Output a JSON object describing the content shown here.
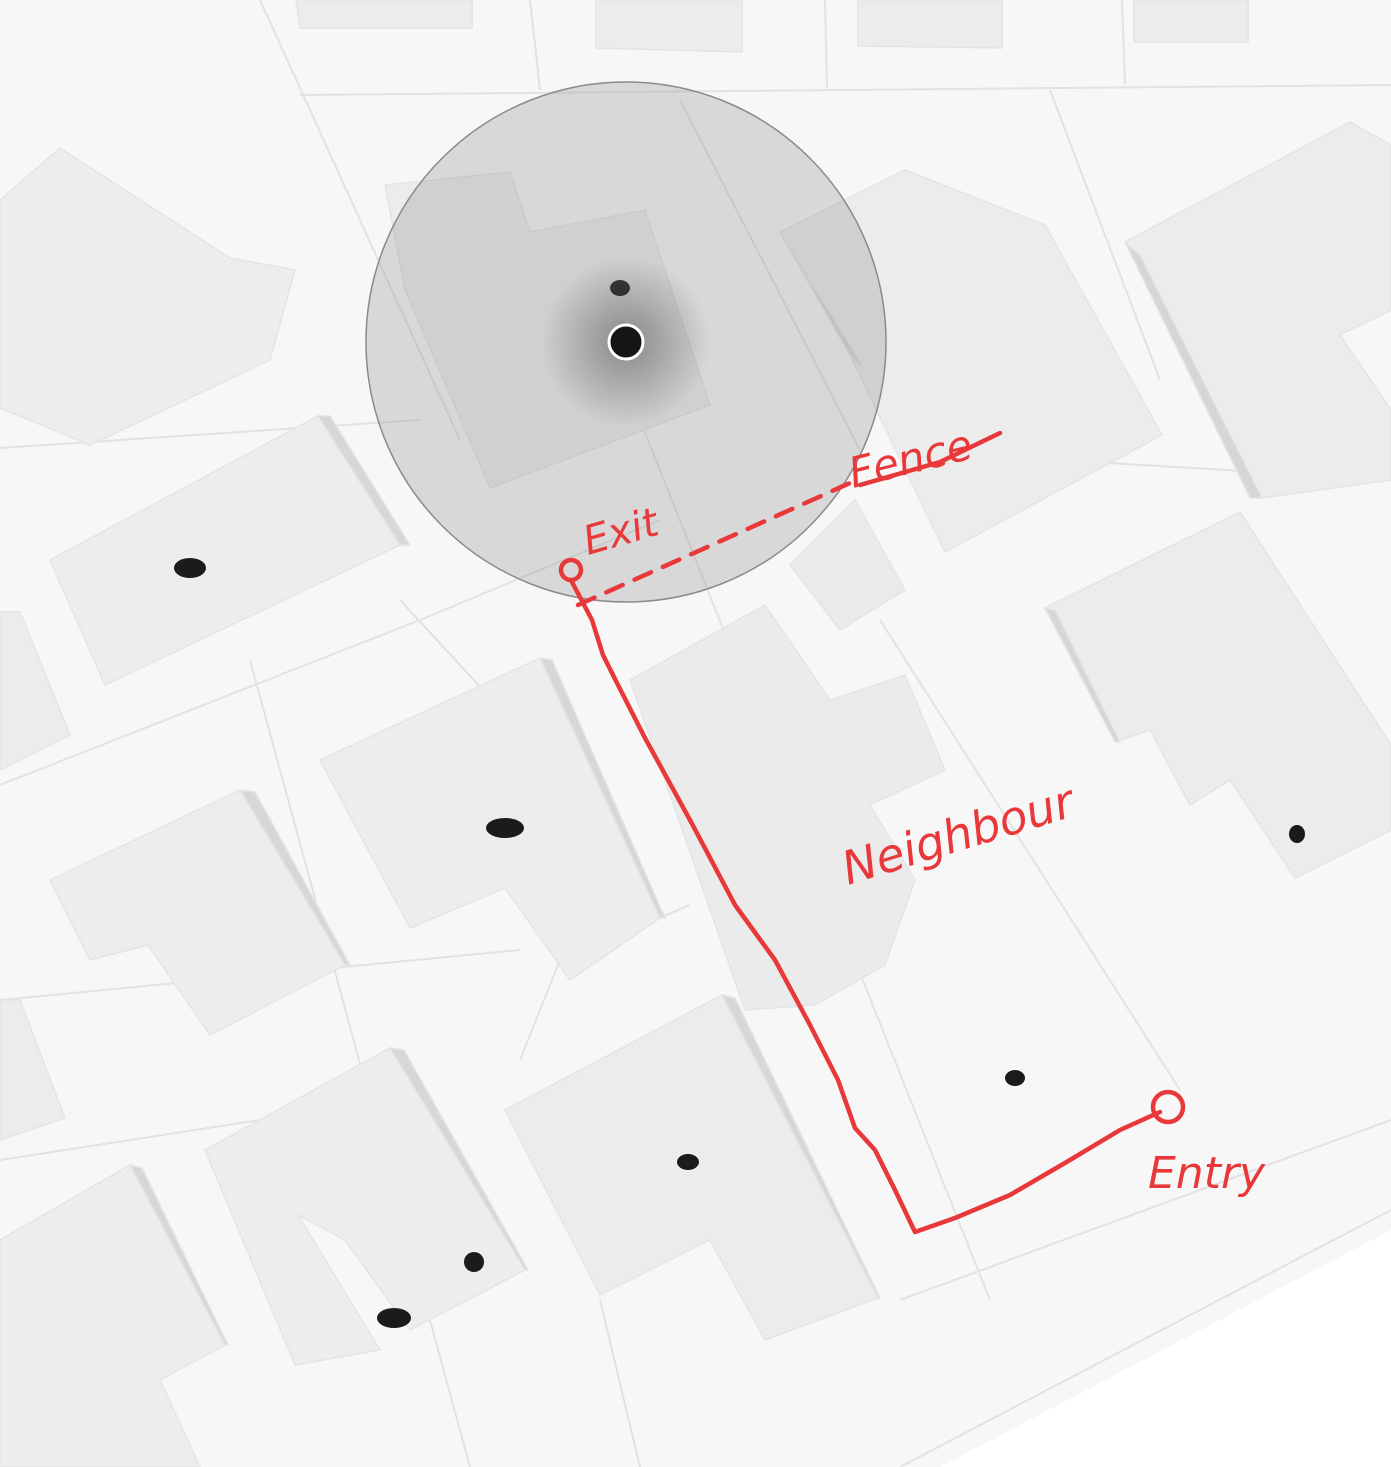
{
  "map": {
    "style": "3d-buildings-light",
    "colors": {
      "background": "#f7f7f8",
      "roof": "#eeeeee",
      "wall": "#d7d7d9",
      "outline": "#e2e2e4",
      "pin": "#151515",
      "radius_fill": "#888888",
      "annotation": "#e8383a"
    }
  },
  "annotations": {
    "exit_label": "Exit",
    "fence_label": "Fence",
    "neighbour_label": "Neighbour",
    "entry_label": "Entry"
  },
  "location": {
    "marker": "location-dot-icon",
    "radius": "accuracy-circle"
  }
}
